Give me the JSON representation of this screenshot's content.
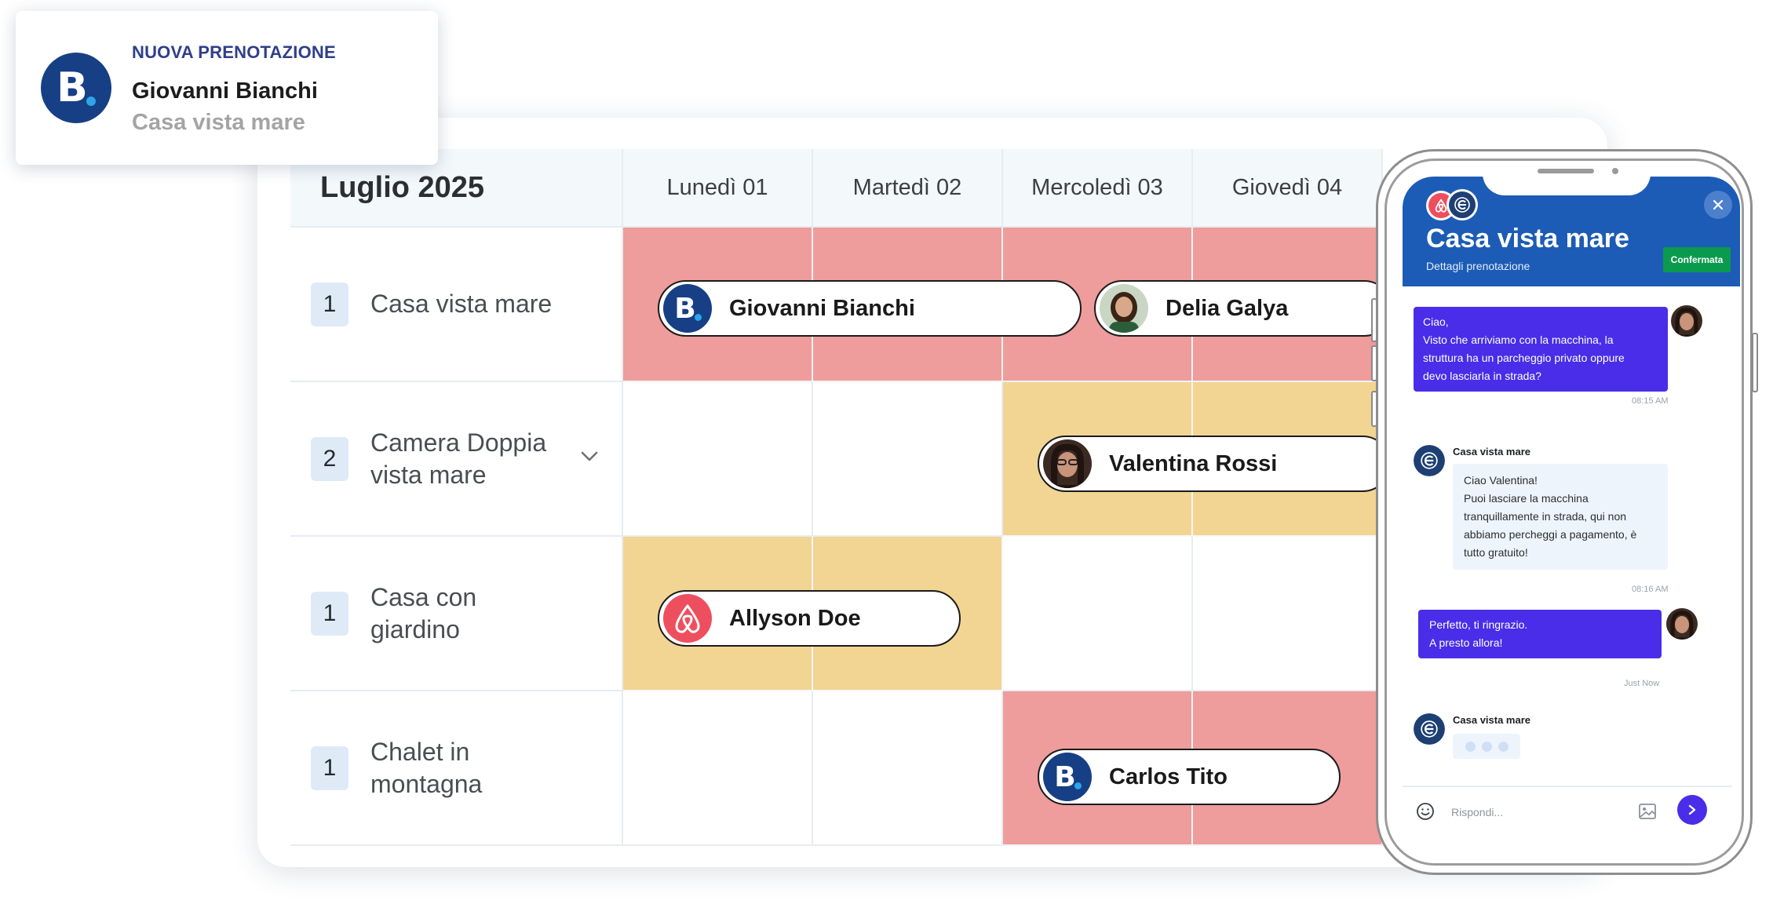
{
  "notification": {
    "title": "NUOVA PRENOTAZIONE",
    "guest": "Giovanni Bianchi",
    "property": "Casa vista mare",
    "logo_letter": "B."
  },
  "calendar": {
    "month": "Luglio 2025",
    "days": [
      "Lunedì 01",
      "Martedì 02",
      "Mercoledì 03",
      "Giovedì 04"
    ],
    "rooms": [
      {
        "count": "1",
        "name": "Casa vista mare"
      },
      {
        "count": "2",
        "name": "Camera Doppia vista mare"
      },
      {
        "count": "1",
        "name": "Casa con giardino"
      },
      {
        "count": "1",
        "name": "Chalet in montagna"
      }
    ],
    "bookings": [
      {
        "guest": "Giovanni Bianchi",
        "source": "booking"
      },
      {
        "guest": "Delia Galya",
        "source": "avatar"
      },
      {
        "guest": "Valentina Rossi",
        "source": "avatar"
      },
      {
        "guest": "Allyson Doe",
        "source": "airbnb"
      },
      {
        "guest": "Carlos Tito",
        "source": "booking"
      }
    ],
    "colors": {
      "occupied": "#ee9c9c",
      "pending": "#f2d593"
    }
  },
  "chat": {
    "title": "Casa vista mare",
    "subtitle": "Dettagli prenotazione",
    "status": "Confermata",
    "messages": [
      {
        "from": "guest",
        "lines": [
          "Ciao,",
          "Visto che arriviamo con la macchina, la",
          "struttura ha un parcheggio privato oppure",
          "devo lasciarla in strada?"
        ],
        "time": "08:15 AM"
      },
      {
        "from": "host",
        "sender": "Casa vista mare",
        "lines": [
          "Ciao Valentina!",
          "Puoi lasciare la macchina",
          "tranquillamente in strada, qui non",
          "abbiamo percheggi a pagamento, è",
          "tutto gratuito!"
        ],
        "time": "08:16 AM"
      },
      {
        "from": "guest",
        "lines": [
          "Perfetto, ti ringrazio.",
          "A presto allora!"
        ],
        "time": "Just Now"
      },
      {
        "from": "host",
        "sender": "Casa vista mare",
        "typing": true
      }
    ],
    "reply_placeholder": "Rispondi...",
    "accent": "#4a2de8",
    "header_color": "#1c5cb6"
  }
}
